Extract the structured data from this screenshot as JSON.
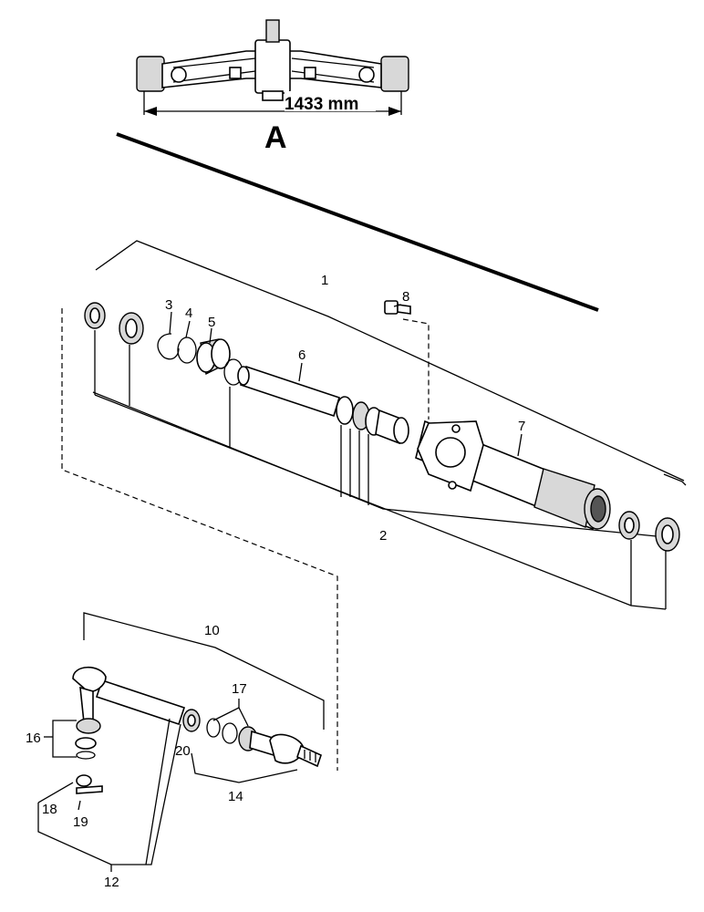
{
  "header": {
    "dimension_label": "1433 mm",
    "view_label": "A"
  },
  "callouts": {
    "c1": "1",
    "c2": "2",
    "c3": "3",
    "c4": "4",
    "c5": "5",
    "c6": "6",
    "c7": "7",
    "c8": "8",
    "c10": "10",
    "c12": "12",
    "c14": "14",
    "c16": "16",
    "c17": "17",
    "c18": "18",
    "c19": "19",
    "c20": "20"
  }
}
